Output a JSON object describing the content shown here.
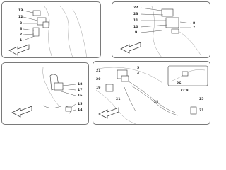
{
  "panels": {
    "top_left": {
      "callouts": [
        "13",
        "12",
        "3",
        "6",
        "2",
        "1"
      ]
    },
    "top_right": {
      "callouts": [
        "22",
        "23",
        "11",
        "10",
        "9",
        "8",
        "7"
      ]
    },
    "bottom_left": {
      "callouts": [
        "18",
        "17",
        "16",
        "15",
        "14"
      ]
    },
    "bottom_right": {
      "callouts": [
        "21",
        "20",
        "19",
        "5",
        "4",
        "26",
        "21",
        "22",
        "25",
        "21"
      ],
      "inset_label": "CCN"
    }
  }
}
